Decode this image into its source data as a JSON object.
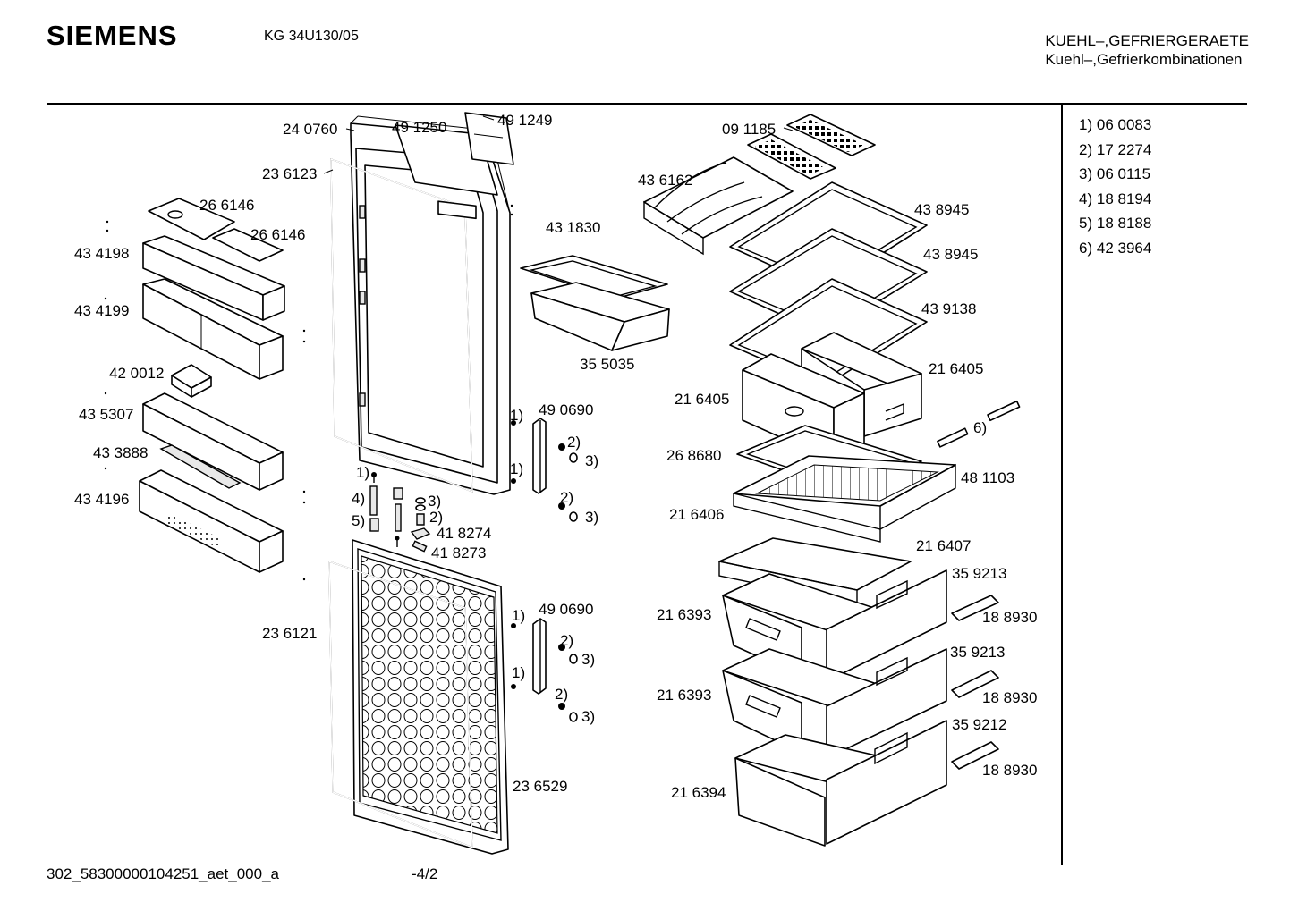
{
  "header": {
    "brand": "SIEMENS",
    "model": "KG 34U130/05",
    "category_line1": "KUEHL–,GEFRIERGERAETE",
    "category_line2": "Kuehl–,Gefrierkombinationen"
  },
  "legend": [
    {
      "key": "1)",
      "part": "06 0083"
    },
    {
      "key": "2)",
      "part": "17 2274"
    },
    {
      "key": "3)",
      "part": "06 0115"
    },
    {
      "key": "4)",
      "part": "18 8194"
    },
    {
      "key": "5)",
      "part": "18 8188"
    },
    {
      "key": "6)",
      "part": "42 3964"
    }
  ],
  "footer": {
    "doc_id": "302_58300000104251_aet_000_a",
    "page": "-4/2"
  },
  "callouts": [
    "24 0760",
    "49 1250",
    "49 1249",
    "23 6123",
    "26 6146",
    "26 6146",
    "43 4198",
    "43 4199",
    "42 0012",
    "43 5307",
    "43 3888",
    "43 4196",
    "1)",
    "4)",
    "5)",
    "3)",
    "2)",
    "41 8274",
    "41 8273",
    "1)",
    "1)",
    "49 0690",
    "2)",
    "3)",
    "2)",
    "3)",
    "23 6121",
    "1)",
    "1)",
    "49 0690",
    "2)",
    "3)",
    "2)",
    "3)",
    "23 6529",
    "43 1830",
    "35 5035",
    "09 1185",
    "43 6162",
    "43 8945",
    "43 8945",
    "43 9138",
    "21 6405",
    "21 6405",
    "6)",
    "26 8680",
    "48 1103",
    "21 6406",
    "21 6407",
    "35 9213",
    "21 6393",
    "18 8930",
    "35 9213",
    "21 6393",
    "18 8930",
    "35 9212",
    "21 6394",
    "18 8930"
  ]
}
